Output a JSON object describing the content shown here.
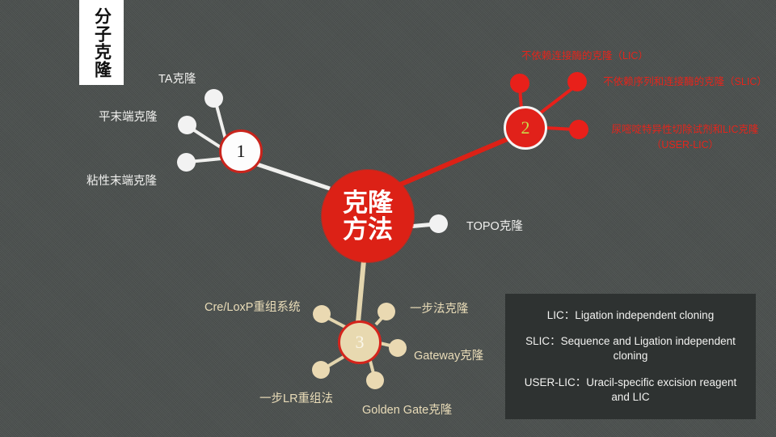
{
  "title": {
    "text": "分子克隆"
  },
  "center": {
    "line1": "克隆",
    "line2": "方法"
  },
  "branches": {
    "one": {
      "number": "1",
      "leaves": [
        {
          "label": "TA克隆"
        },
        {
          "label": "平末端克隆"
        },
        {
          "label": "粘性末端克隆"
        }
      ]
    },
    "two": {
      "number": "2",
      "leaves": [
        {
          "label": "不依赖连接酶的克隆（LIC）"
        },
        {
          "label": "不依赖序列和连接酶的克隆（SLIC）"
        },
        {
          "label": "尿嘧啶特异性切除试剂和LIC克隆（USER-LIC）"
        }
      ]
    },
    "three": {
      "number": "3",
      "leaves": [
        {
          "label": "Cre/LoxP重组系统"
        },
        {
          "label": "一步法克隆"
        },
        {
          "label": "Gateway克隆"
        },
        {
          "label": "Golden Gate克隆"
        },
        {
          "label": "一步LR重组法"
        }
      ]
    },
    "direct": {
      "leaves": [
        {
          "label": "TOPO克隆"
        }
      ]
    }
  },
  "legend": {
    "rows": [
      "LIC：Ligation independent cloning",
      "SLIC：Sequence and Ligation independent cloning",
      "USER-LIC：Uracil-specific excision reagent and LIC"
    ]
  },
  "colors": {
    "background": "#4b504e",
    "accent_red": "#dc2116",
    "branch_beige": "#e8d9b0",
    "legend_bg": "#2e3231",
    "node_two_digit": "#c9d94a"
  }
}
